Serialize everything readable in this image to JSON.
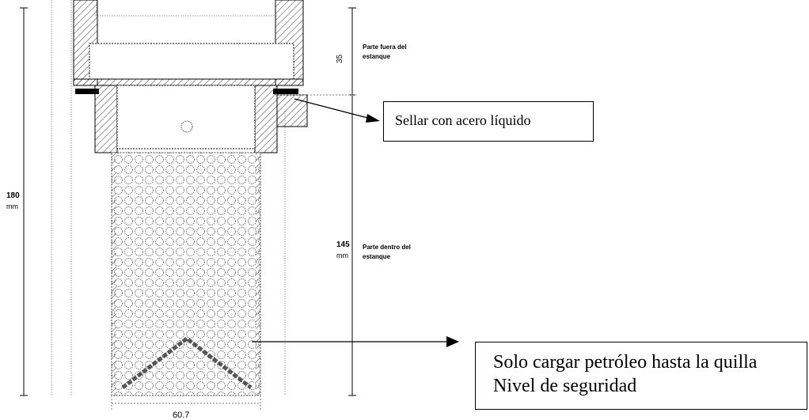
{
  "labels": {
    "outside_tank": [
      "Parte fuera del",
      "estanque"
    ],
    "inside_tank": [
      "Parte dentro del",
      "estanque"
    ]
  },
  "dimensions": {
    "total_height": [
      "180",
      "mm"
    ],
    "inside_height": [
      "145",
      "mm"
    ],
    "outside_height": "35",
    "bottom_width": "60.7"
  },
  "callouts": {
    "seal": "Sellar con acero líquido",
    "fuel_line1": "Solo cargar petróleo hasta la quilla",
    "fuel_line2": "Nivel de seguridad"
  },
  "colors": {
    "line": "#000000",
    "hatch": "#555555",
    "paper": "#ffffff"
  }
}
